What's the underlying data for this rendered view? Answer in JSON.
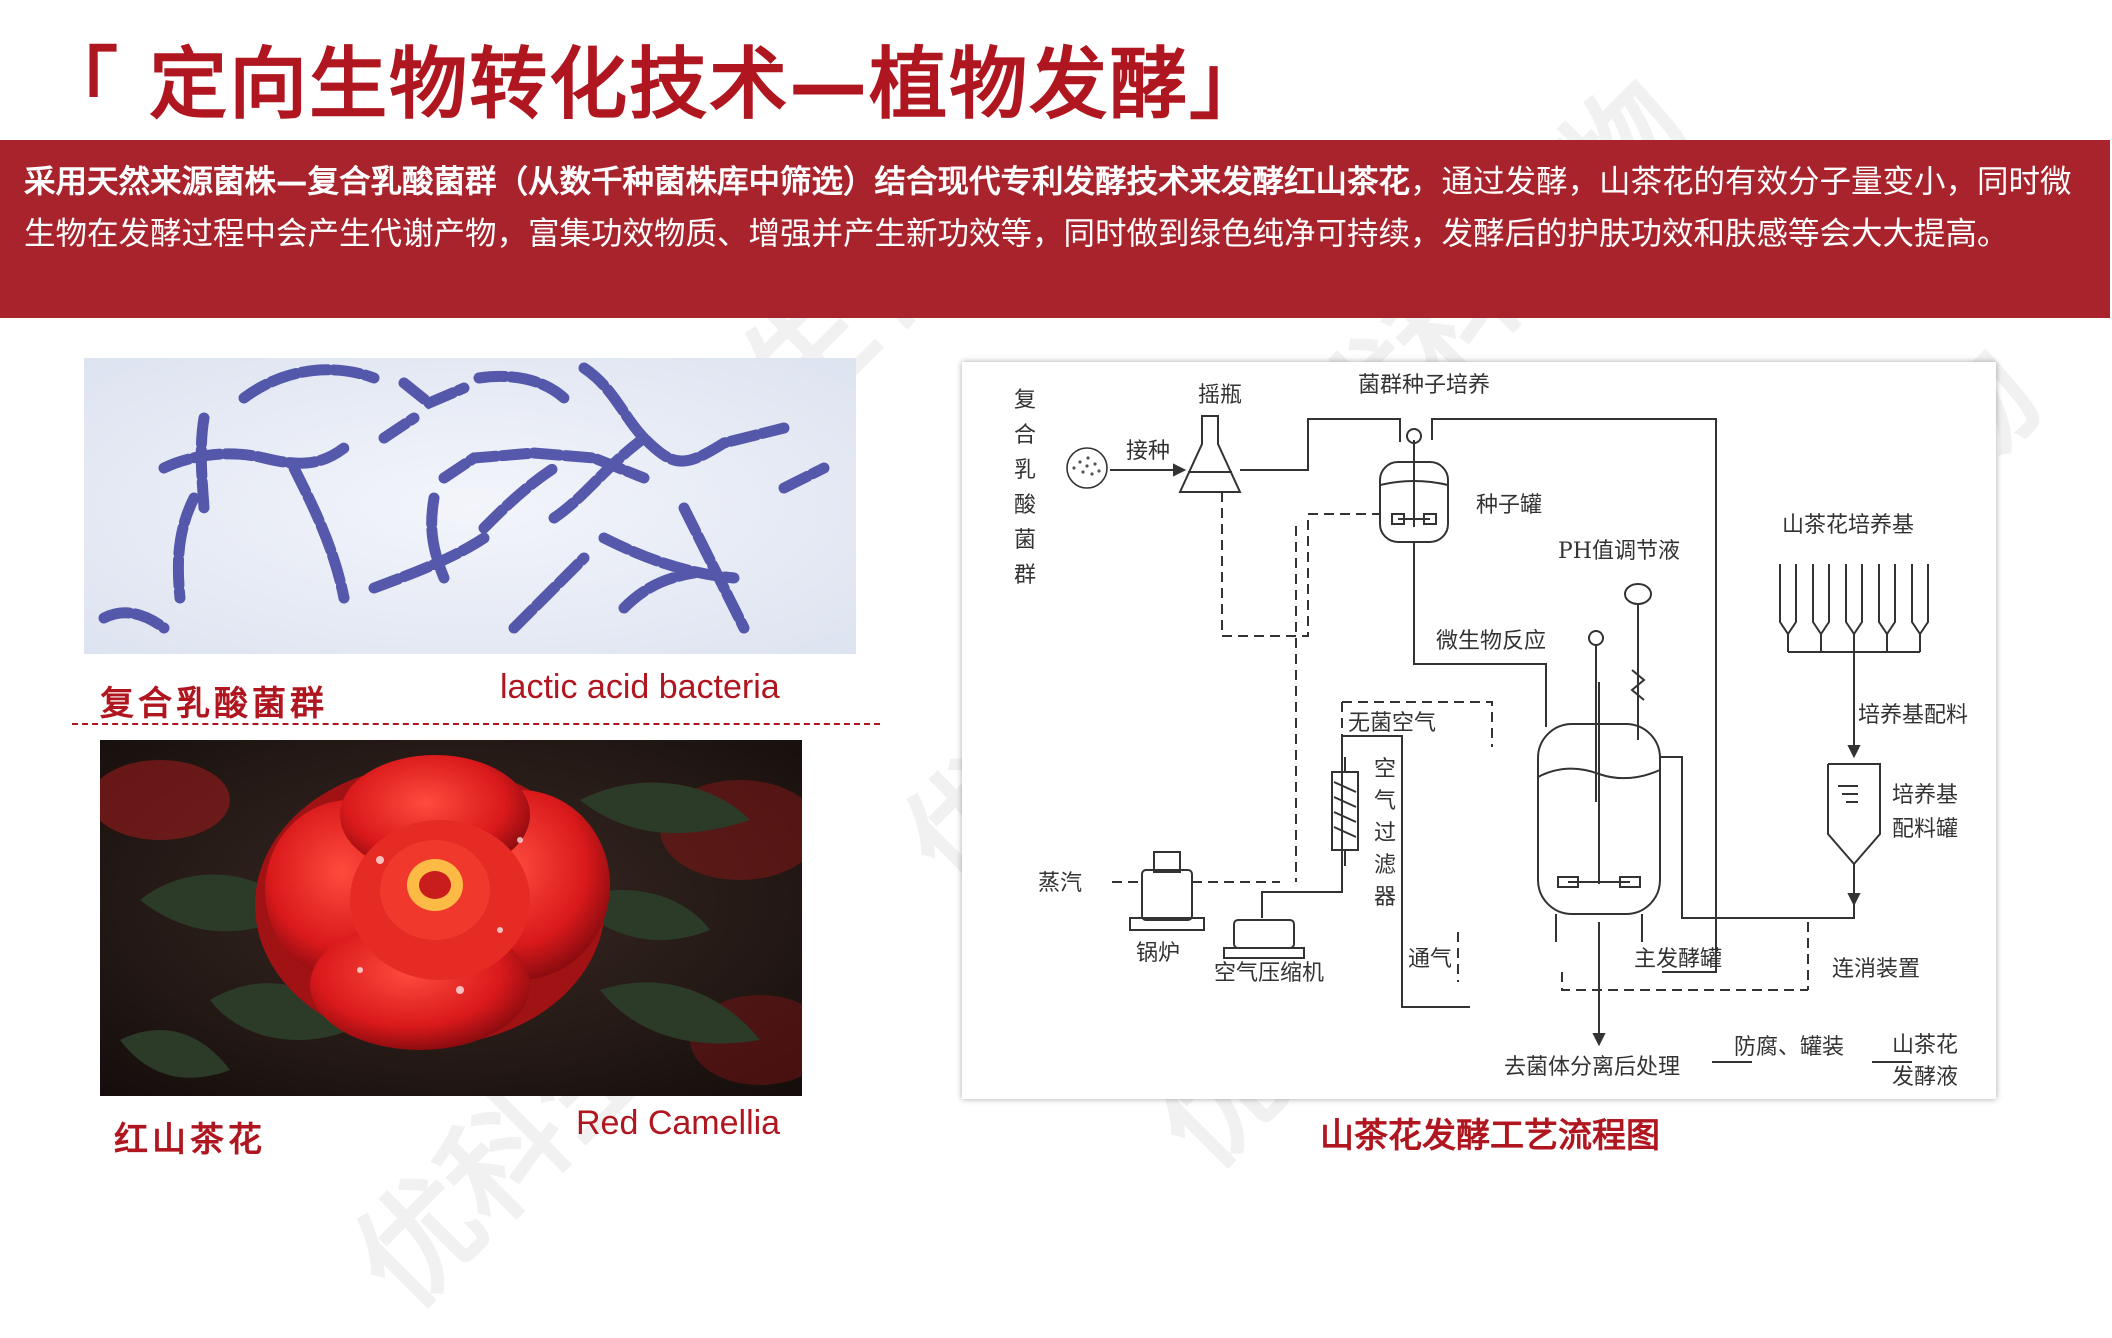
{
  "title": "「 定向生物转化技术—植物发酵」",
  "intro": {
    "bold": "采用天然来源菌株—复合乳酸菌群（从数千种菌株库中筛选）结合现代专利发酵技术来发酵红山茶花",
    "rest": "，通过发酵，山茶花的有效分子量变小，同时微生物在发酵过程中会产生代谢产物，富集功效物质、增强并产生新功效等，同时做到绿色纯净可持续，发酵后的护肤功效和肤感等会大大提高。"
  },
  "bacteria": {
    "caption_cn": "复合乳酸菌群",
    "caption_en": "lactic acid bacteria"
  },
  "camellia": {
    "caption_cn": "红山茶花",
    "caption_en": "Red Camellia"
  },
  "flowchart": {
    "caption": "山茶花发酵工艺流程图",
    "labels": {
      "lab_v1": "复",
      "lab_v2": "合",
      "lab_v3": "乳",
      "lab_v4": "酸",
      "lab_v5": "菌",
      "lab_v6": "群",
      "inoculate": "接种",
      "flask": "摇瓶",
      "seed_culture": "菌群种子培养",
      "seed_tank": "种子罐",
      "ph_solution": "PH值调节液",
      "medium": "山茶花培养基",
      "microbe_reaction": "微生物反应",
      "sterile_air": "无菌空气",
      "filter_v1": "空",
      "filter_v2": "气",
      "filter_v3": "过",
      "filter_v4": "滤",
      "filter_v5": "器",
      "medium_mix": "培养基配料",
      "mix_tank_1": "培养基",
      "mix_tank_2": "配料罐",
      "steam": "蒸汽",
      "boiler": "锅炉",
      "compressor": "空气压缩机",
      "aeration": "通气",
      "main_tank": "主发酵罐",
      "sterilizer": "连消装置",
      "separation": "去菌体分离后处理",
      "packaging": "防腐、罐装",
      "product_1": "山茶花",
      "product_2": "发酵液"
    }
  },
  "watermark": "优科生物"
}
